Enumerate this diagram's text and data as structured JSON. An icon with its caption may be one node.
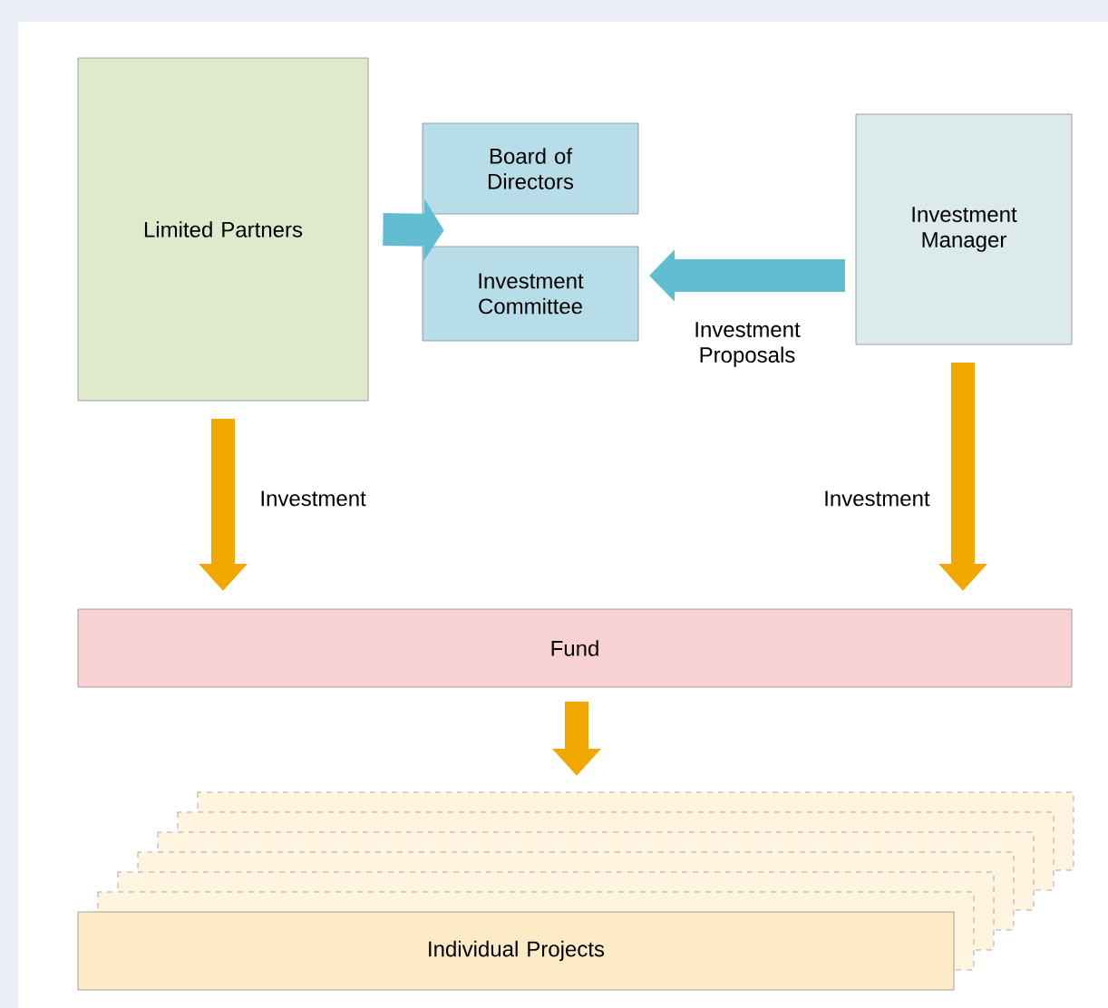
{
  "diagram": {
    "nodes": [
      {
        "text": [
          "Limited Partners"
        ]
      },
      {
        "text": [
          "Board of Directors"
        ]
      },
      {
        "text": [
          "Investment Committee"
        ]
      },
      {
        "text": [
          "Investment Manager"
        ]
      },
      {
        "text": [
          "Fund"
        ]
      },
      {
        "text": [
          "Individual Projects"
        ]
      }
    ],
    "edges": [
      {
        "from": 0,
        "to": 1,
        "arrow": "to",
        "color": "#62bdd3"
      },
      {
        "from": 0,
        "to": 2,
        "arrow": "to",
        "color": "#62bdd3"
      },
      {
        "from": 3,
        "to": 2,
        "arrow": "to",
        "label": "Investment Proposals",
        "color": "#62bdd3"
      },
      {
        "from": 0,
        "to": 4,
        "arrow": "to",
        "label": "Investment",
        "color": "#f0a800"
      },
      {
        "from": 3,
        "to": 4,
        "arrow": "to",
        "label": "Investment",
        "color": "#f0a800"
      },
      {
        "from": 4,
        "to": 5,
        "arrow": "to",
        "color": "#f0a800"
      }
    ]
  }
}
